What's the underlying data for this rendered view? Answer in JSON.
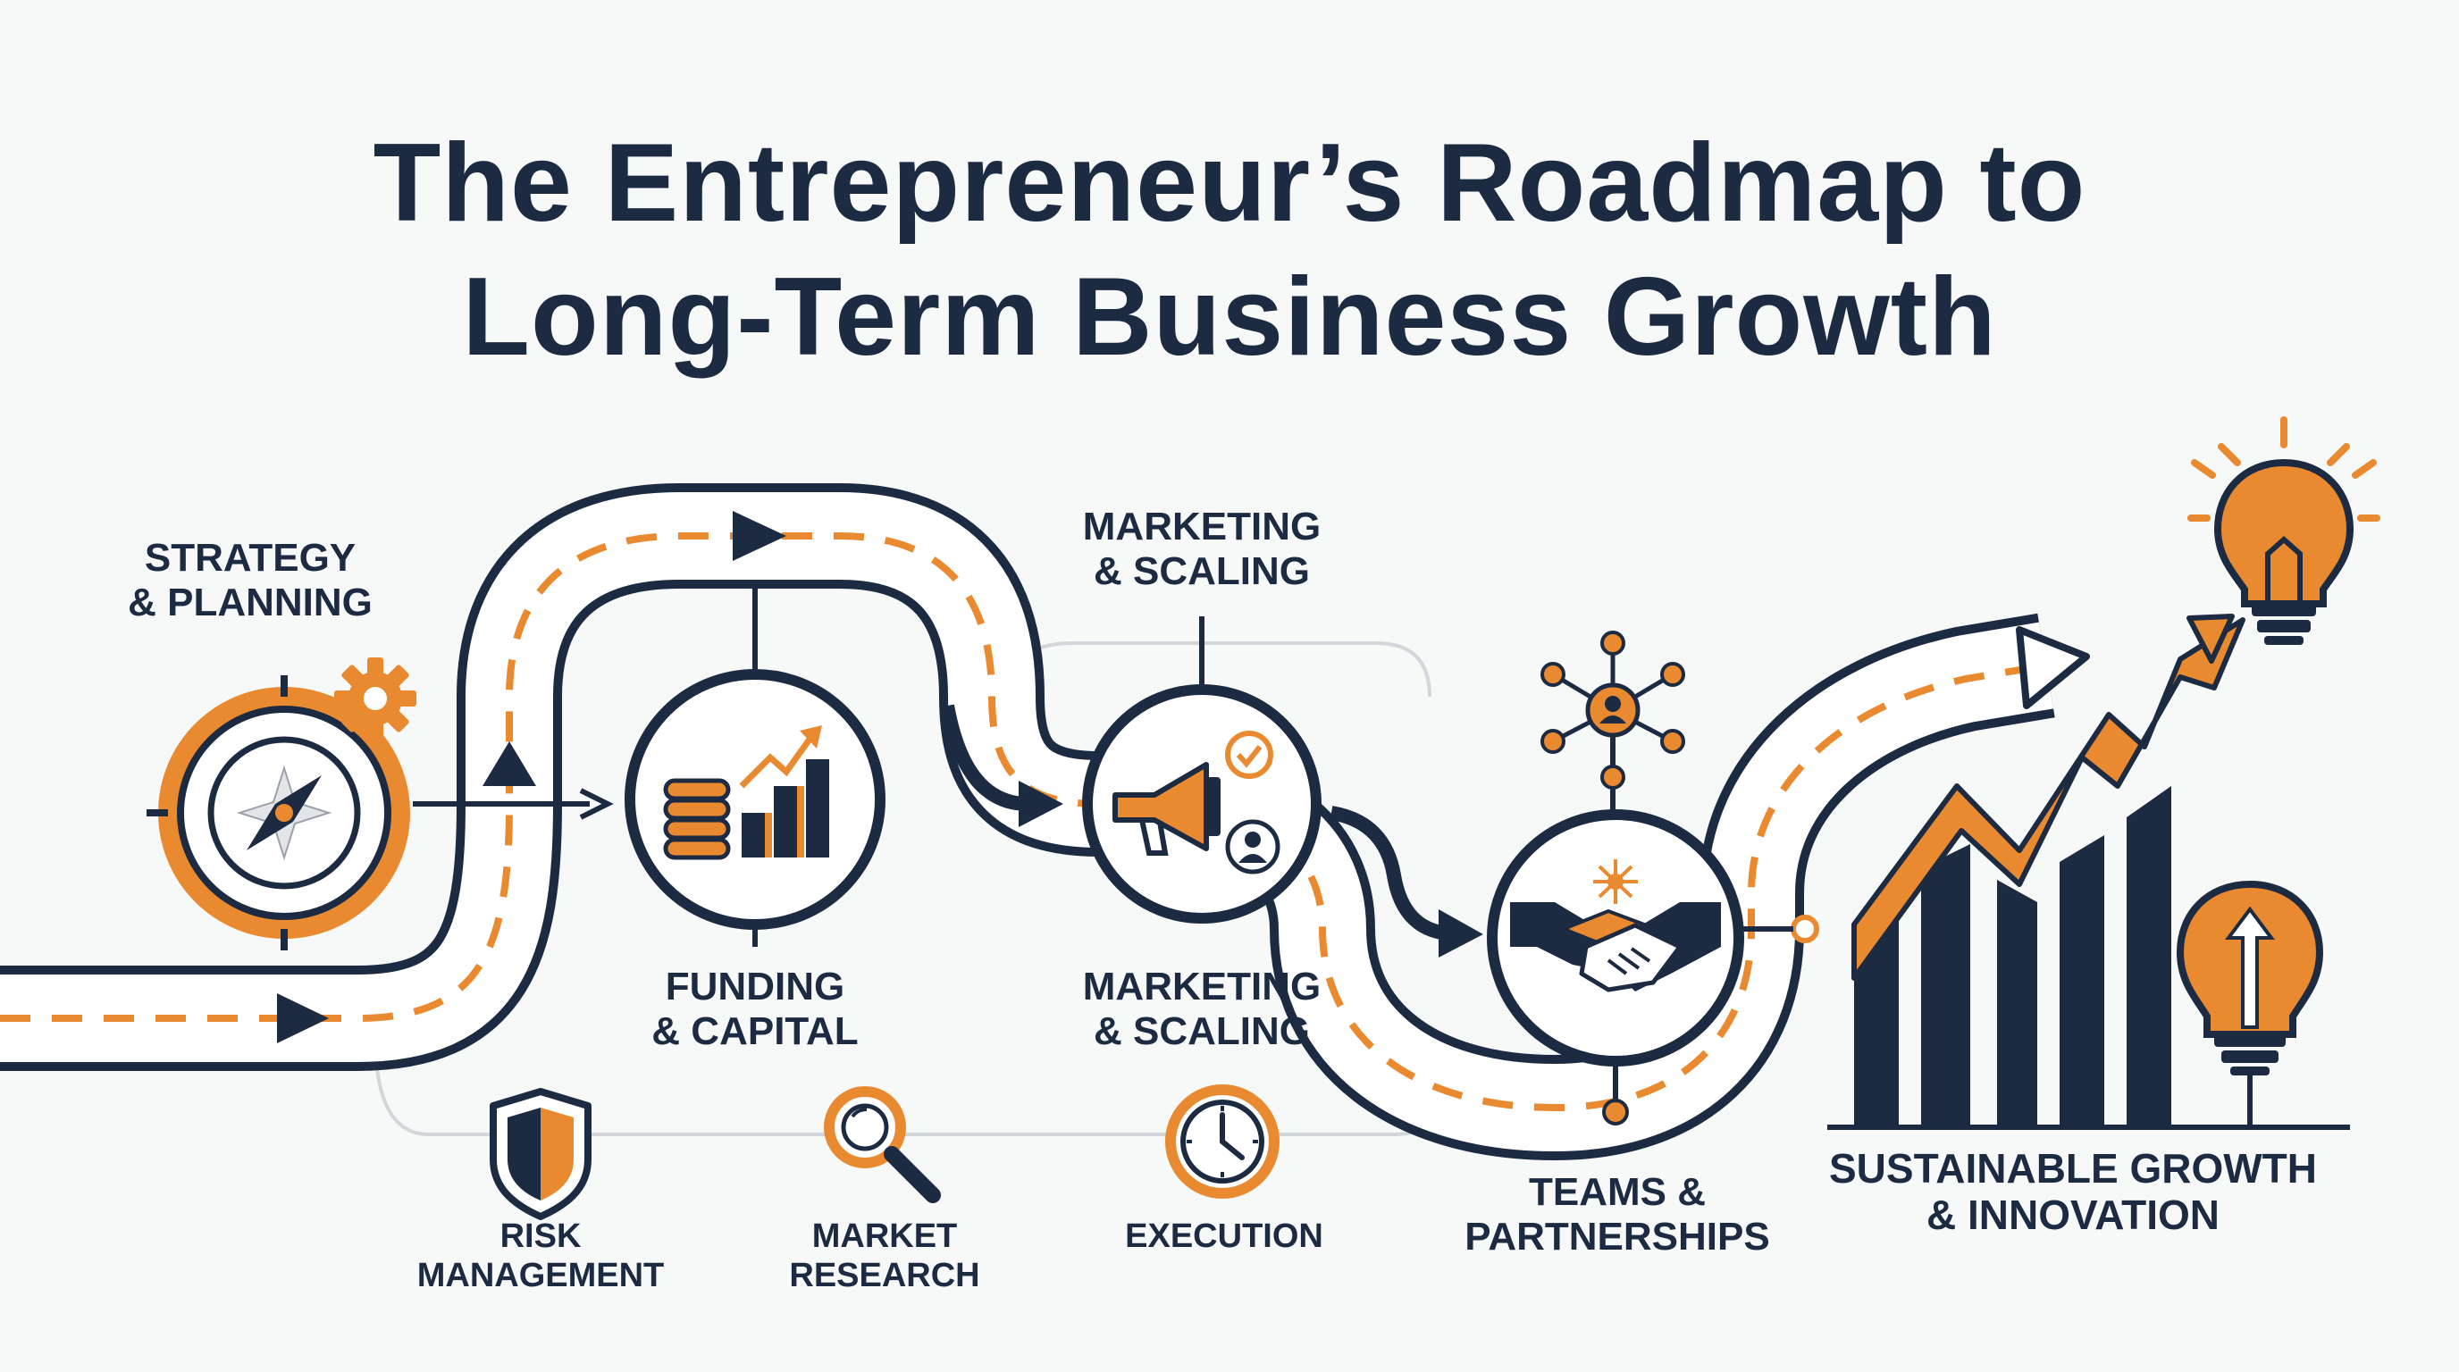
{
  "title": {
    "line1": "The Entrepreneur’s Roadmap to",
    "line2": "Long-Term Business Growth"
  },
  "stages": {
    "strategy": {
      "line1": "STRATEGY",
      "line2": "& PLANNING",
      "icon": "compass-gear-icon"
    },
    "marketing_top": {
      "line1": "MARKETING",
      "line2": "& SCALING"
    },
    "funding": {
      "line1": "FUNDING",
      "line2": "& CAPITAL",
      "icon": "coins-chart-icon"
    },
    "marketing_bottom": {
      "line1": "MARKETING",
      "line2": "& SCALING",
      "icon": "megaphone-icon"
    },
    "teams": {
      "line1": "TEAMS &",
      "line2": "PARTNERSHIPS",
      "icon": "handshake-icon"
    },
    "growth": {
      "line1": "SUSTAINABLE GROWTH",
      "line2": "& INNOVATION",
      "icon": "growth-chart-icon"
    }
  },
  "sub_steps": [
    {
      "line1": "RISK",
      "line2": "MANAGEMENT",
      "icon": "shield-icon"
    },
    {
      "line1": "MARKET",
      "line2": "RESEARCH",
      "icon": "magnifier-icon"
    },
    {
      "line1": "EXECUTION",
      "line2": "",
      "icon": "clock-icon"
    }
  ],
  "colors": {
    "navy": "#1d2b42",
    "orange": "#ea8a30",
    "road": "#ffffff",
    "background": "#f7f8f8",
    "connector": "#d3d6da"
  }
}
